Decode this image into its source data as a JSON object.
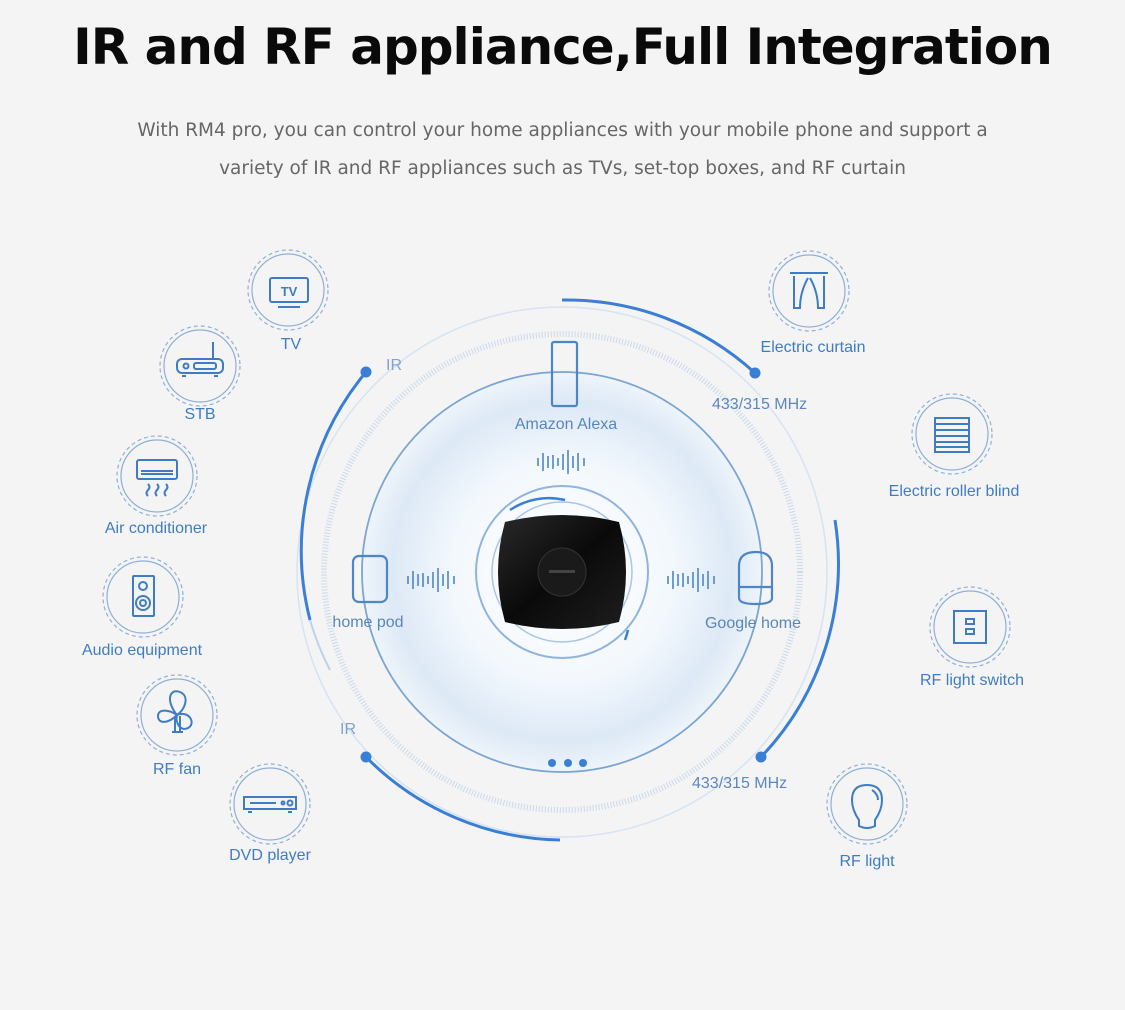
{
  "header": {
    "title": "IR and RF appliance,Full Integration",
    "subtitle_line1": "With RM4 pro, you can control your home appliances with your mobile phone and support a",
    "subtitle_line2": "variety of IR and RF appliances such as TVs, set-top boxes, and RF curtain"
  },
  "ir_devices": [
    {
      "label": "TV",
      "icon": "tv-icon"
    },
    {
      "label": "STB",
      "icon": "set-top-box-icon"
    },
    {
      "label": "Air conditioner",
      "icon": "air-conditioner-icon"
    },
    {
      "label": "Audio equipment",
      "icon": "speaker-icon"
    },
    {
      "label": "RF fan",
      "icon": "fan-icon"
    },
    {
      "label": "DVD player",
      "icon": "dvd-player-icon"
    }
  ],
  "rf_devices": [
    {
      "label": "Electric curtain",
      "icon": "curtain-icon"
    },
    {
      "label": "Electric roller blind",
      "icon": "roller-blind-icon"
    },
    {
      "label": "RF light switch",
      "icon": "light-switch-icon"
    },
    {
      "label": "RF light",
      "icon": "light-bulb-icon"
    }
  ],
  "hub": {
    "voice_assistants": [
      {
        "label": "Amazon Alexa",
        "icon": "alexa-speaker-icon"
      },
      {
        "label": "home pod",
        "icon": "homepod-icon"
      },
      {
        "label": "Google home",
        "icon": "google-home-icon"
      }
    ],
    "signal_labels": {
      "ir_top": "IR",
      "ir_bottom": "IR",
      "rf_top": "433/315 MHz",
      "rf_bottom": "433/315 MHz"
    },
    "more_icon": "more-dots-icon",
    "device_icon": "rm4-pro-hub-icon"
  },
  "colors": {
    "accent": "#3a7fd5",
    "line": "#4d86c8",
    "label": "#3f7cc4",
    "background": "#f4f4f4"
  }
}
